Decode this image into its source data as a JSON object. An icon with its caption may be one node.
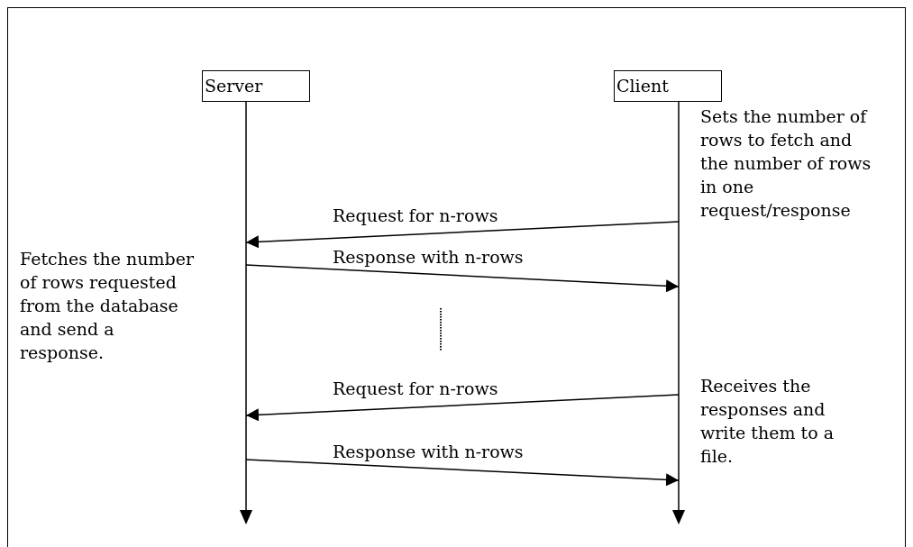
{
  "diagram": {
    "nodes": [
      {
        "text": [
          "Server"
        ]
      },
      {
        "text": [
          "Client"
        ]
      },
      {
        "text": [],
        "shape": "line"
      },
      {
        "text": [],
        "shape": "line"
      }
    ],
    "edges": [
      {
        "from": 3,
        "to": 2,
        "arrow": "to",
        "label": "Request for n-rows"
      },
      {
        "from": 2,
        "to": 3,
        "arrow": "to",
        "label": "Response with n-rows"
      },
      {
        "from": 3,
        "to": 2,
        "arrow": "to",
        "label": "Request for n-rows"
      },
      {
        "from": 2,
        "to": 3,
        "arrow": "to",
        "label": "Response with n-rows"
      }
    ],
    "labels": [
      "Sets the number of rows to fetch and the number of rows in one request/response",
      "Fetches the number of rows requested from the database and send a response.",
      "Receives the responses and write them to a file."
    ]
  }
}
